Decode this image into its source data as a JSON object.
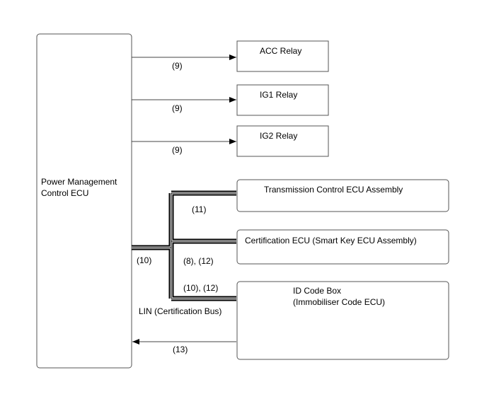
{
  "ecu": {
    "label_line1": "Power Management",
    "label_line2": "Control ECU"
  },
  "relays": [
    {
      "label": "ACC Relay",
      "signal": "(9)"
    },
    {
      "label": "IG1 Relay",
      "signal": "(9)"
    },
    {
      "label": "IG2 Relay",
      "signal": "(9)"
    }
  ],
  "modules": {
    "transmission": {
      "label": "Transmission Control ECU Assembly",
      "signal": "(11)"
    },
    "certification": {
      "label": "Certification ECU (Smart Key ECU Assembly)",
      "signal": "(8), (12)"
    },
    "id_code_box": {
      "label_line1": "ID Code Box",
      "label_line2": "(Immobiliser Code ECU)",
      "signal": "(10), (12)",
      "return_signal": "(13)"
    }
  },
  "bus": {
    "ecu_signal": "(10)",
    "label": "LIN (Certification Bus)"
  },
  "colors": {
    "line": "#444444",
    "box_stroke": "#555555",
    "bus": "#000000",
    "background": "#ffffff"
  }
}
